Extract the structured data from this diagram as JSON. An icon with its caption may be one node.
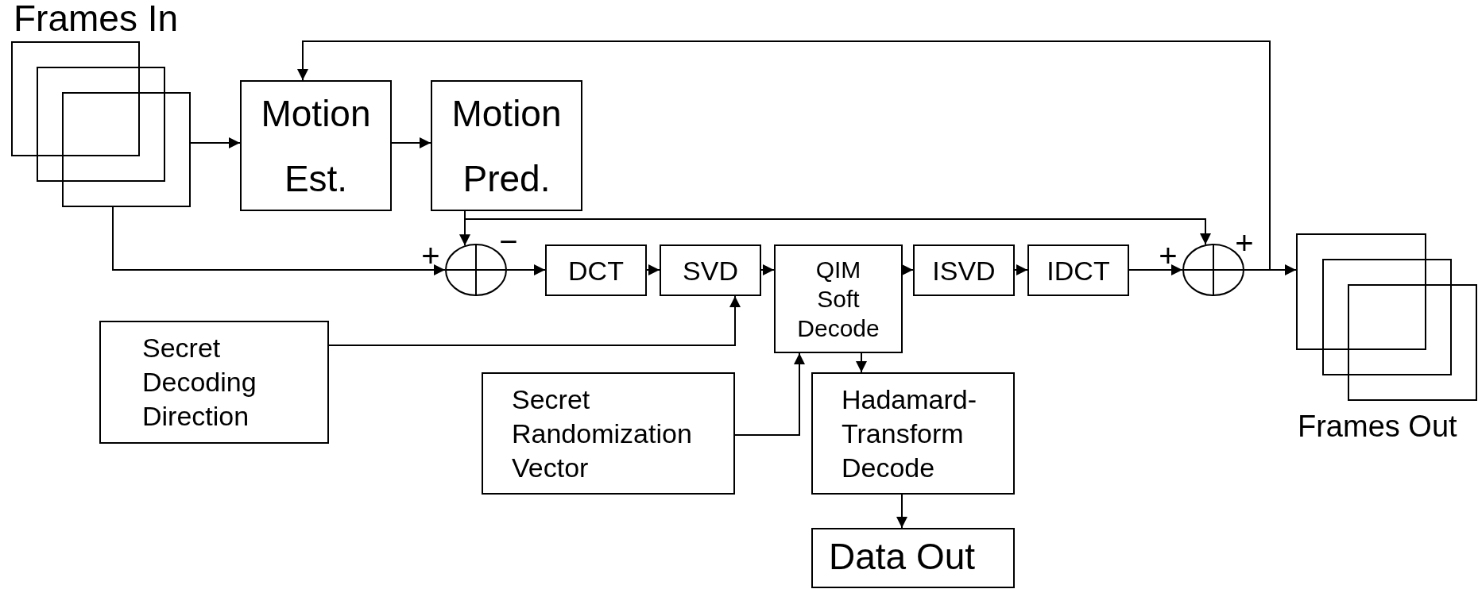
{
  "diagram": {
    "nodes": [
      {
        "text": [
          "Frames In"
        ]
      },
      {
        "text": [
          "Motion Est."
        ]
      },
      {
        "text": [
          "Motion Pred."
        ]
      },
      {
        "text": [],
        "shape": "circle"
      },
      {
        "text": [
          "DCT"
        ]
      },
      {
        "text": [
          "SVD"
        ]
      },
      {
        "text": [
          "QIM Soft Decode"
        ]
      },
      {
        "text": [
          "ISVD"
        ]
      },
      {
        "text": [
          "IDCT"
        ]
      },
      {
        "text": [],
        "shape": "circle"
      },
      {
        "text": [
          "Frames Out"
        ]
      },
      {
        "text": [
          "Secret Decoding Direction"
        ]
      },
      {
        "text": [
          "Secret Randomization Vector"
        ]
      },
      {
        "text": [
          "Hadamard-Transform Decode"
        ]
      },
      {
        "text": [
          "Data Out"
        ]
      }
    ],
    "edges": [
      {
        "from": 0,
        "to": 1,
        "arrow": "to"
      },
      {
        "from": 1,
        "to": 2,
        "arrow": "to"
      },
      {
        "from": 2,
        "to": 3,
        "arrow": "to"
      },
      {
        "from": 2,
        "to": 9,
        "arrow": "to"
      },
      {
        "from": 0,
        "to": 3,
        "arrow": "to"
      },
      {
        "from": 3,
        "to": 4,
        "arrow": "to"
      },
      {
        "from": 4,
        "to": 5,
        "arrow": "to"
      },
      {
        "from": 5,
        "to": 6,
        "arrow": "to"
      },
      {
        "from": 6,
        "to": 7,
        "arrow": "to"
      },
      {
        "from": 7,
        "to": 8,
        "arrow": "to"
      },
      {
        "from": 8,
        "to": 9,
        "arrow": "to"
      },
      {
        "from": 9,
        "to": 10,
        "arrow": "to"
      },
      {
        "from": 9,
        "to": 1,
        "arrow": "to"
      },
      {
        "from": 11,
        "to": 5,
        "arrow": "to"
      },
      {
        "from": 12,
        "to": 6,
        "arrow": "to"
      },
      {
        "from": 6,
        "to": 13,
        "arrow": "to"
      },
      {
        "from": 13,
        "to": 14,
        "arrow": "to"
      }
    ],
    "labels": [
      "+",
      "−",
      "+",
      "+"
    ]
  }
}
